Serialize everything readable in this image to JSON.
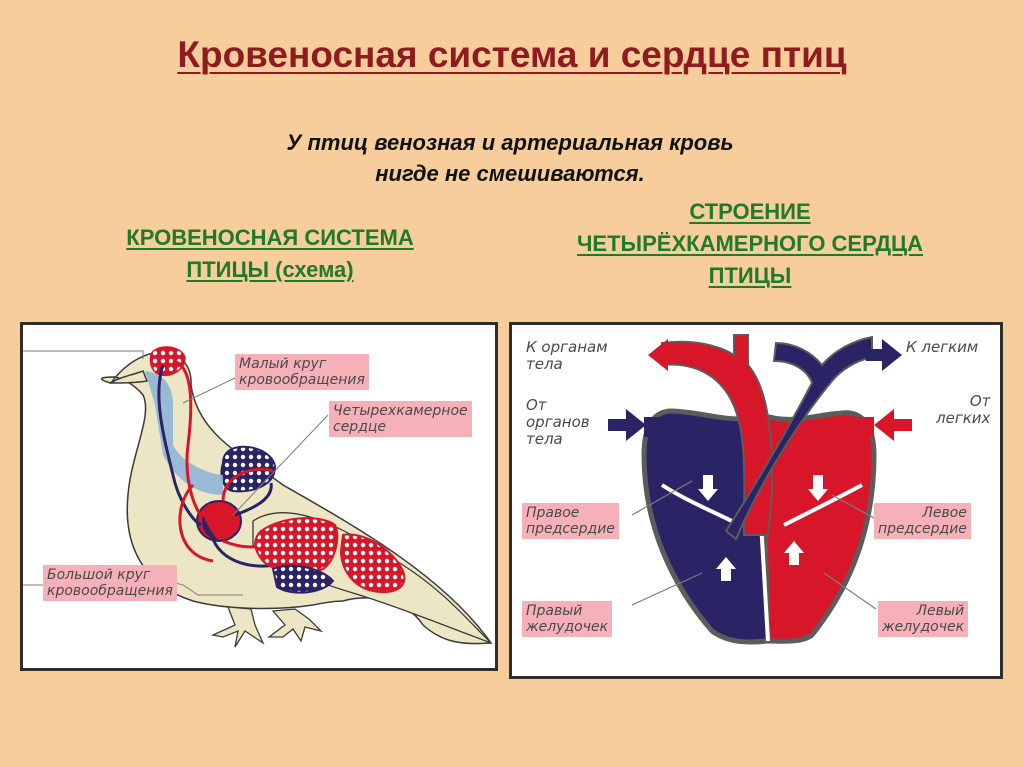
{
  "title": "Кровеносная система и сердце  птиц",
  "subtitle": {
    "line1": "У птиц венозная и артериальная кровь",
    "line2": "нигде не смешиваются."
  },
  "left_heading": {
    "line1": "КРОВЕНОСНАЯ СИСТЕМА",
    "line2": "ПТИЦЫ (схема)"
  },
  "right_heading": {
    "line1": "СТРОЕНИЕ",
    "line2": "ЧЕТЫРЁХКАМЕРНОГО СЕРДЦА",
    "line3": "ПТИЦЫ"
  },
  "bird_diagram": {
    "small_circle": [
      "Малый круг",
      "кровообращения"
    ],
    "four_chamber_heart": [
      "Четырехкамерное",
      "сердце"
    ],
    "big_circle": [
      "Большой круг",
      "кровообращения"
    ]
  },
  "heart_diagram": {
    "to_body_organs": [
      "К органам",
      "тела"
    ],
    "to_lungs": "К легким",
    "from_body_organs": [
      "От",
      "органов",
      "тела"
    ],
    "from_lungs": [
      "От",
      "легких"
    ],
    "right_atrium": [
      "Правое",
      "предсердие"
    ],
    "left_atrium": [
      "Левое",
      "предсердие"
    ],
    "right_ventricle": [
      "Правый",
      "желудочек"
    ],
    "left_ventricle": [
      "Левый",
      "желудочек"
    ]
  },
  "colors": {
    "background": "#f8cd9c",
    "title": "#8e1b1f",
    "heading_green": "#1f7a2a",
    "arterial_red": "#d7162a",
    "venous_navy": "#2a2466",
    "label_pink": "#f6b1b8"
  }
}
